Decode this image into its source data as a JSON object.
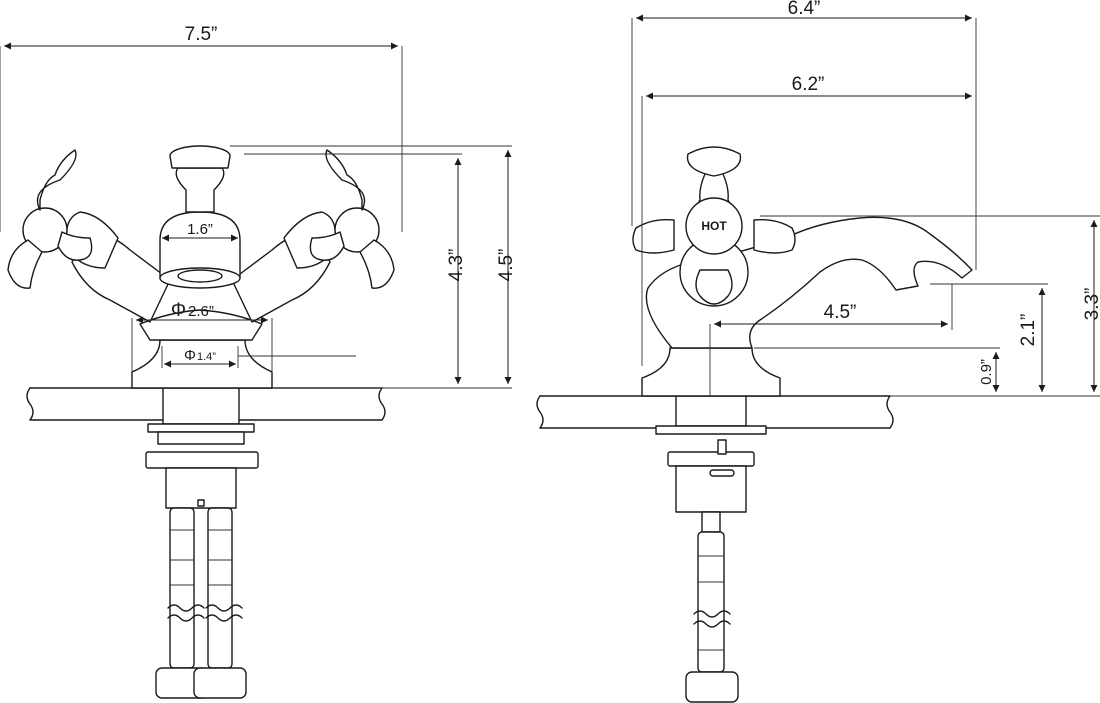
{
  "front_view": {
    "width_overall": "7.5”",
    "height_spout_top": "4.3”",
    "height_overall": "4.5”",
    "spout_diameter": "1.6”",
    "base_diameter_symbol": "Φ",
    "base_diameter_value": "2.6”",
    "hole_diameter_symbol": "Φ",
    "hole_diameter_value": "1.4”"
  },
  "side_view": {
    "depth_overall": "6.4”",
    "spout_depth": "6.2”",
    "spout_reach": "4.5”",
    "handle_height": "3.3”",
    "spout_height": "2.1”",
    "base_height": "0.9”",
    "handle_label": "HOT"
  }
}
